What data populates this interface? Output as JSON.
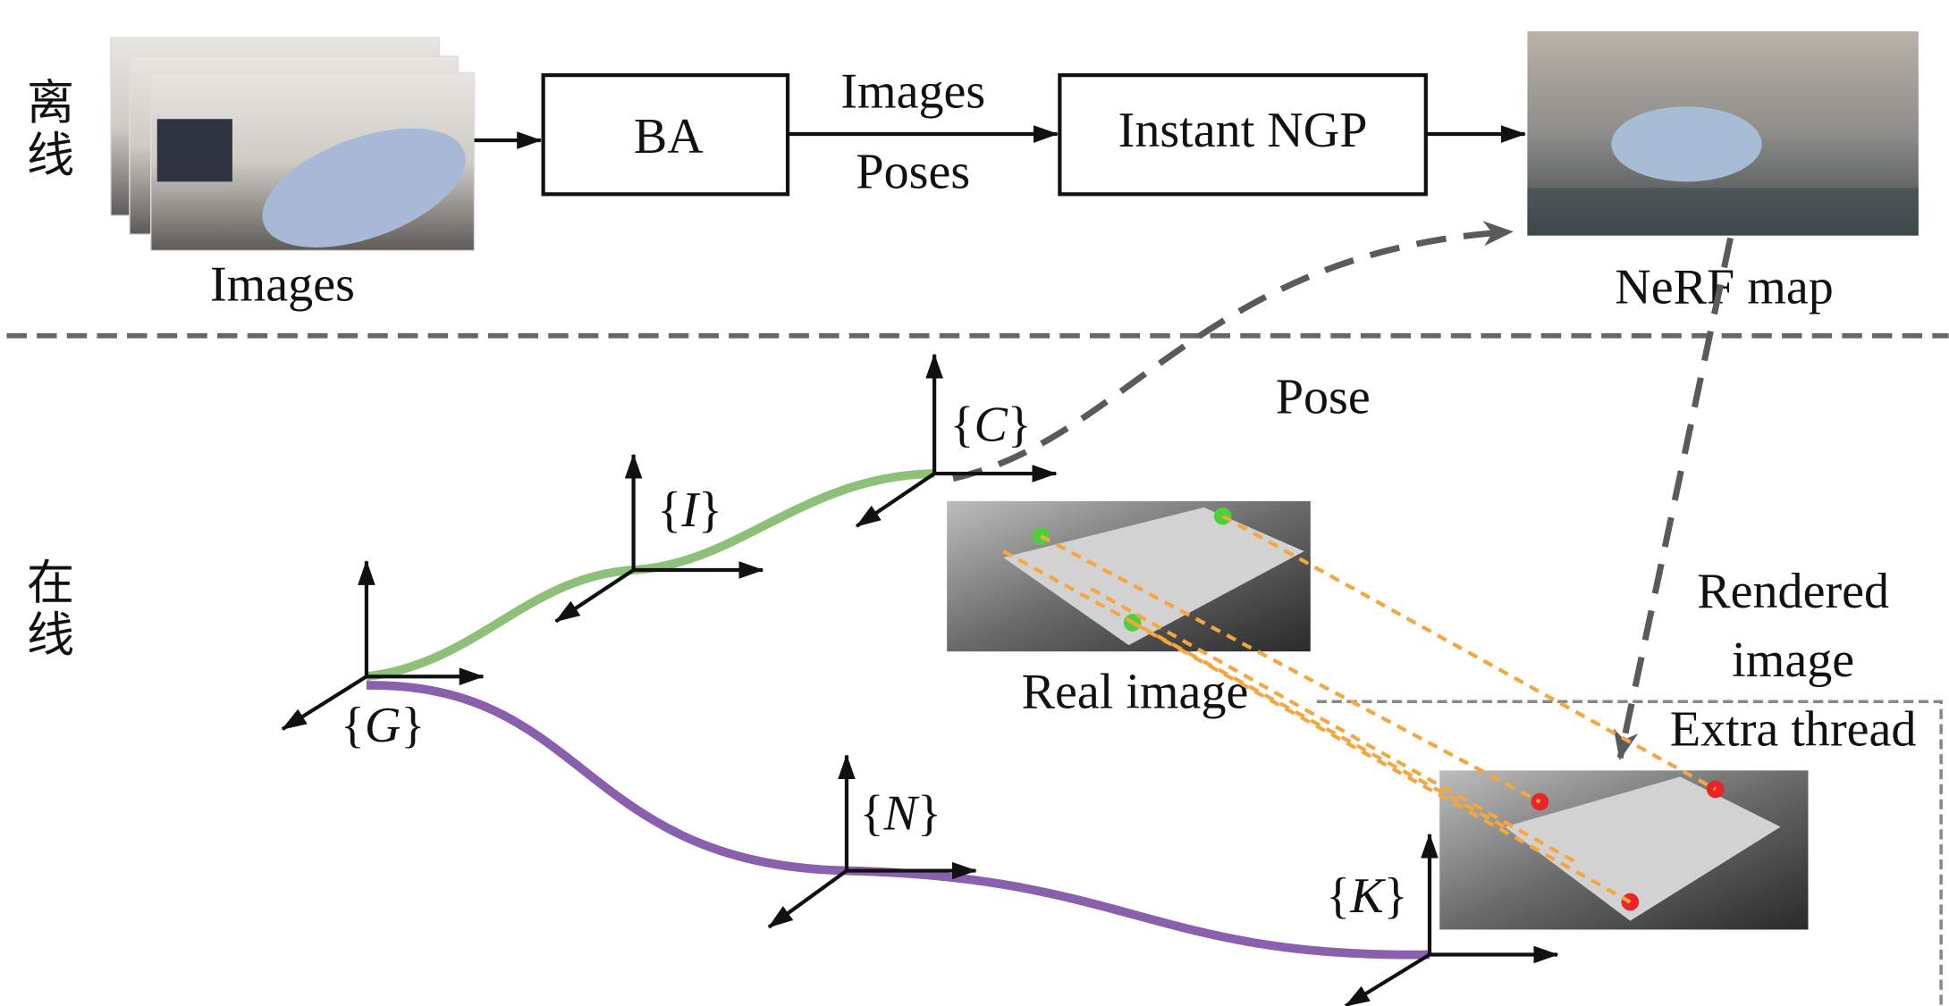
{
  "sections": {
    "offline": "离线",
    "online": "在线"
  },
  "offline": {
    "input_label": "Images",
    "ba_box": "BA",
    "edge_images": "Images",
    "edge_poses": "Poses",
    "ngp_box": "Instant NGP",
    "output_label": "NeRF map"
  },
  "online": {
    "pose_label": "Pose",
    "real_image_label": "Real image",
    "rendered_label_1": "Rendered",
    "rendered_label_2": "image",
    "extra_thread_label": "Extra thread",
    "frames": {
      "G": "G",
      "I": "I",
      "C": "C",
      "N": "N",
      "K": "K"
    }
  },
  "colors": {
    "green_trajectory": "#8fc07a",
    "purple_trajectory": "#8a5fae",
    "match_lines": "#f4a640",
    "dashed_gray": "#5a5a5a",
    "green_point": "#4cd13a",
    "red_point": "#e8262a"
  }
}
